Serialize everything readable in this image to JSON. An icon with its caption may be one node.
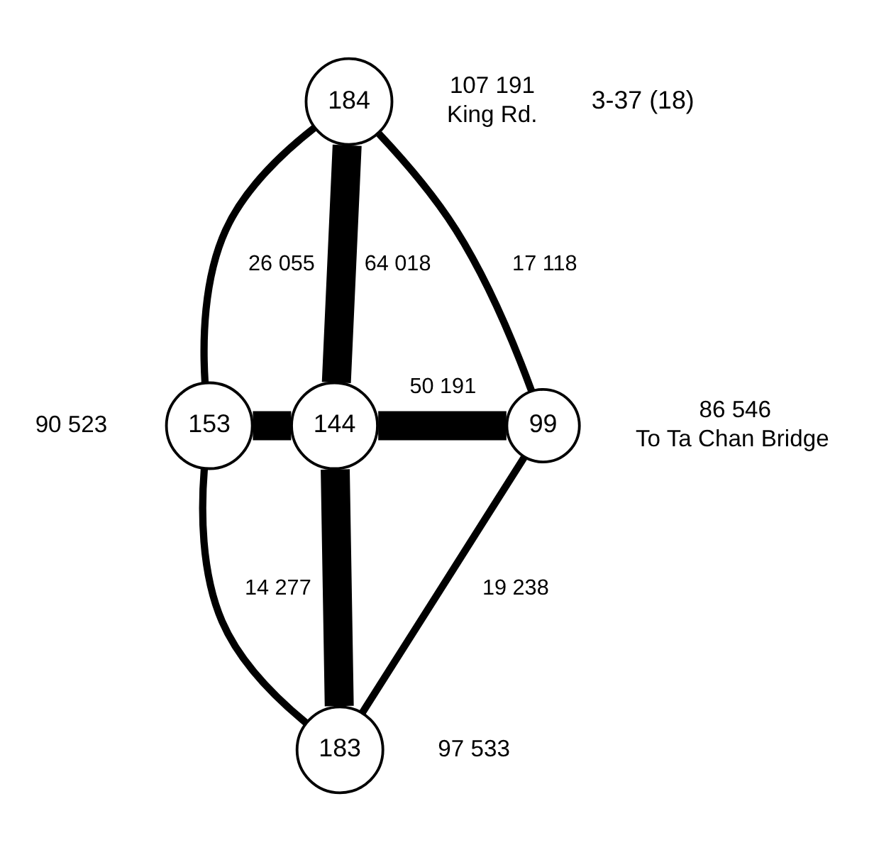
{
  "diagram": {
    "nodes": [
      {
        "text": [
          "184"
        ],
        "beside": [
          "107 191",
          "King Rd."
        ]
      },
      {
        "text": [
          "153"
        ],
        "beside": [
          "90 523"
        ]
      },
      {
        "text": [
          "144"
        ]
      },
      {
        "text": [
          "99"
        ],
        "beside": [
          "86 546",
          "To Ta Chan Bridge"
        ]
      },
      {
        "text": [
          "183"
        ],
        "beside": [
          "97 533"
        ]
      }
    ],
    "edges": [
      {
        "from": 0,
        "to": 2,
        "arrow": "none",
        "label": "64 018",
        "style": "thick"
      },
      {
        "from": 0,
        "to": 1,
        "arrow": "none",
        "label": "26 055"
      },
      {
        "from": 0,
        "to": 3,
        "arrow": "none",
        "label": "17 118"
      },
      {
        "from": 1,
        "to": 2,
        "arrow": "none",
        "style": "thick"
      },
      {
        "from": 2,
        "to": 3,
        "arrow": "none",
        "label": "50 191",
        "style": "thick"
      },
      {
        "from": 2,
        "to": 4,
        "arrow": "none",
        "style": "thick"
      },
      {
        "from": 1,
        "to": 4,
        "arrow": "none",
        "label": "14 277"
      },
      {
        "from": 3,
        "to": 4,
        "arrow": "none",
        "label": "19 238"
      }
    ],
    "labels": [
      "3-37 (18)"
    ]
  }
}
